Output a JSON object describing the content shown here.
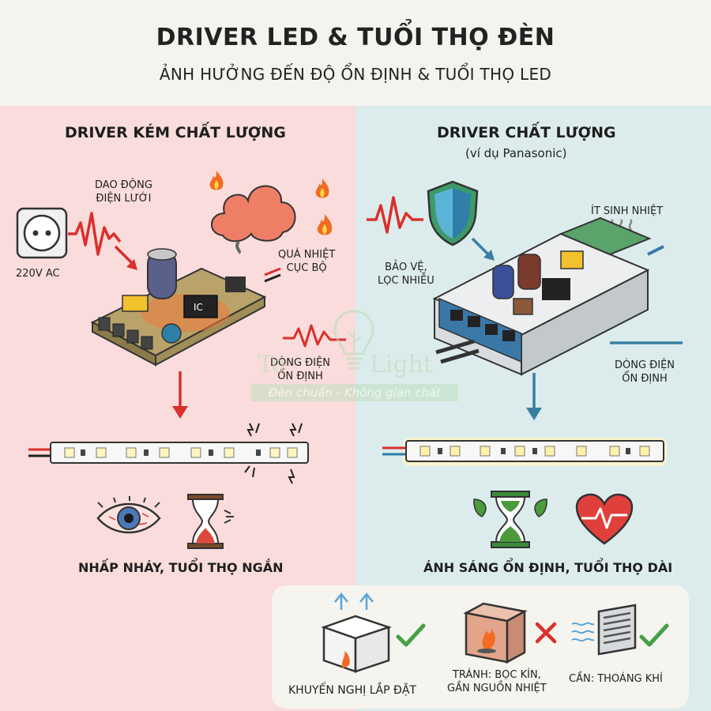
{
  "header": {
    "title": "DRIVER LED & TUỔI THỌ ĐÈN",
    "subtitle": "ẢNH HƯỞNG ĐẾN ĐỘ ỔN ĐỊNH & TUỔI THỌ LED"
  },
  "left": {
    "heading": "DRIVER KÉM CHẤT LƯỢNG",
    "grid_fluctuation": "DAO ĐỘNG\nĐIỆN LƯỚI",
    "socket_label": "220V AC",
    "overheat": "QUÁ NHIỆT\nCỤC BỘ",
    "ic_label": "IC",
    "current_unstable": "DÒNG ĐIỆN\nỔN ĐỊNH",
    "caption": "NHẤP NHÁY, TUỔI THỌ NGẮN",
    "icons": [
      "socket-icon",
      "wave-icon",
      "fire-icon",
      "smoke-icon",
      "eye-icon",
      "hourglass-icon"
    ],
    "accent": "#d9302c"
  },
  "right": {
    "heading": "DRIVER CHẤT LƯỢNG",
    "subheading": "(ví dụ Panasonic)",
    "low_heat": "ÍT SINH NHIỆT",
    "protection": "BẢO VỆ,\nLỌC NHIỄU",
    "current_stable": "DÒNG ĐIỆN\nỔN ĐỊNH",
    "caption": "ÁNH SÁNG ỔN ĐỊNH, TUỔI THỌ DÀI",
    "icons": [
      "shield-icon",
      "heat-wave-icon",
      "hourglass-icon",
      "heart-pulse-icon"
    ],
    "accent": "#3a7fa3"
  },
  "install": {
    "recommend": "KHUYẾN NGHỊ LẮP ĐẶT",
    "avoid": "TRÁNH: BỌC KÍN,\nGẦN NGUỒN NHIỆT",
    "need": "CẦN: THOÁNG KHÍ",
    "icons": [
      "open-box-icon",
      "check-icon",
      "closed-box-fire-icon",
      "cross-icon",
      "vent-icon",
      "check-icon"
    ]
  },
  "watermark": {
    "brand_left": "To",
    "brand_right": "Light",
    "tagline": "Đèn chuẩn - Không gian chất"
  }
}
